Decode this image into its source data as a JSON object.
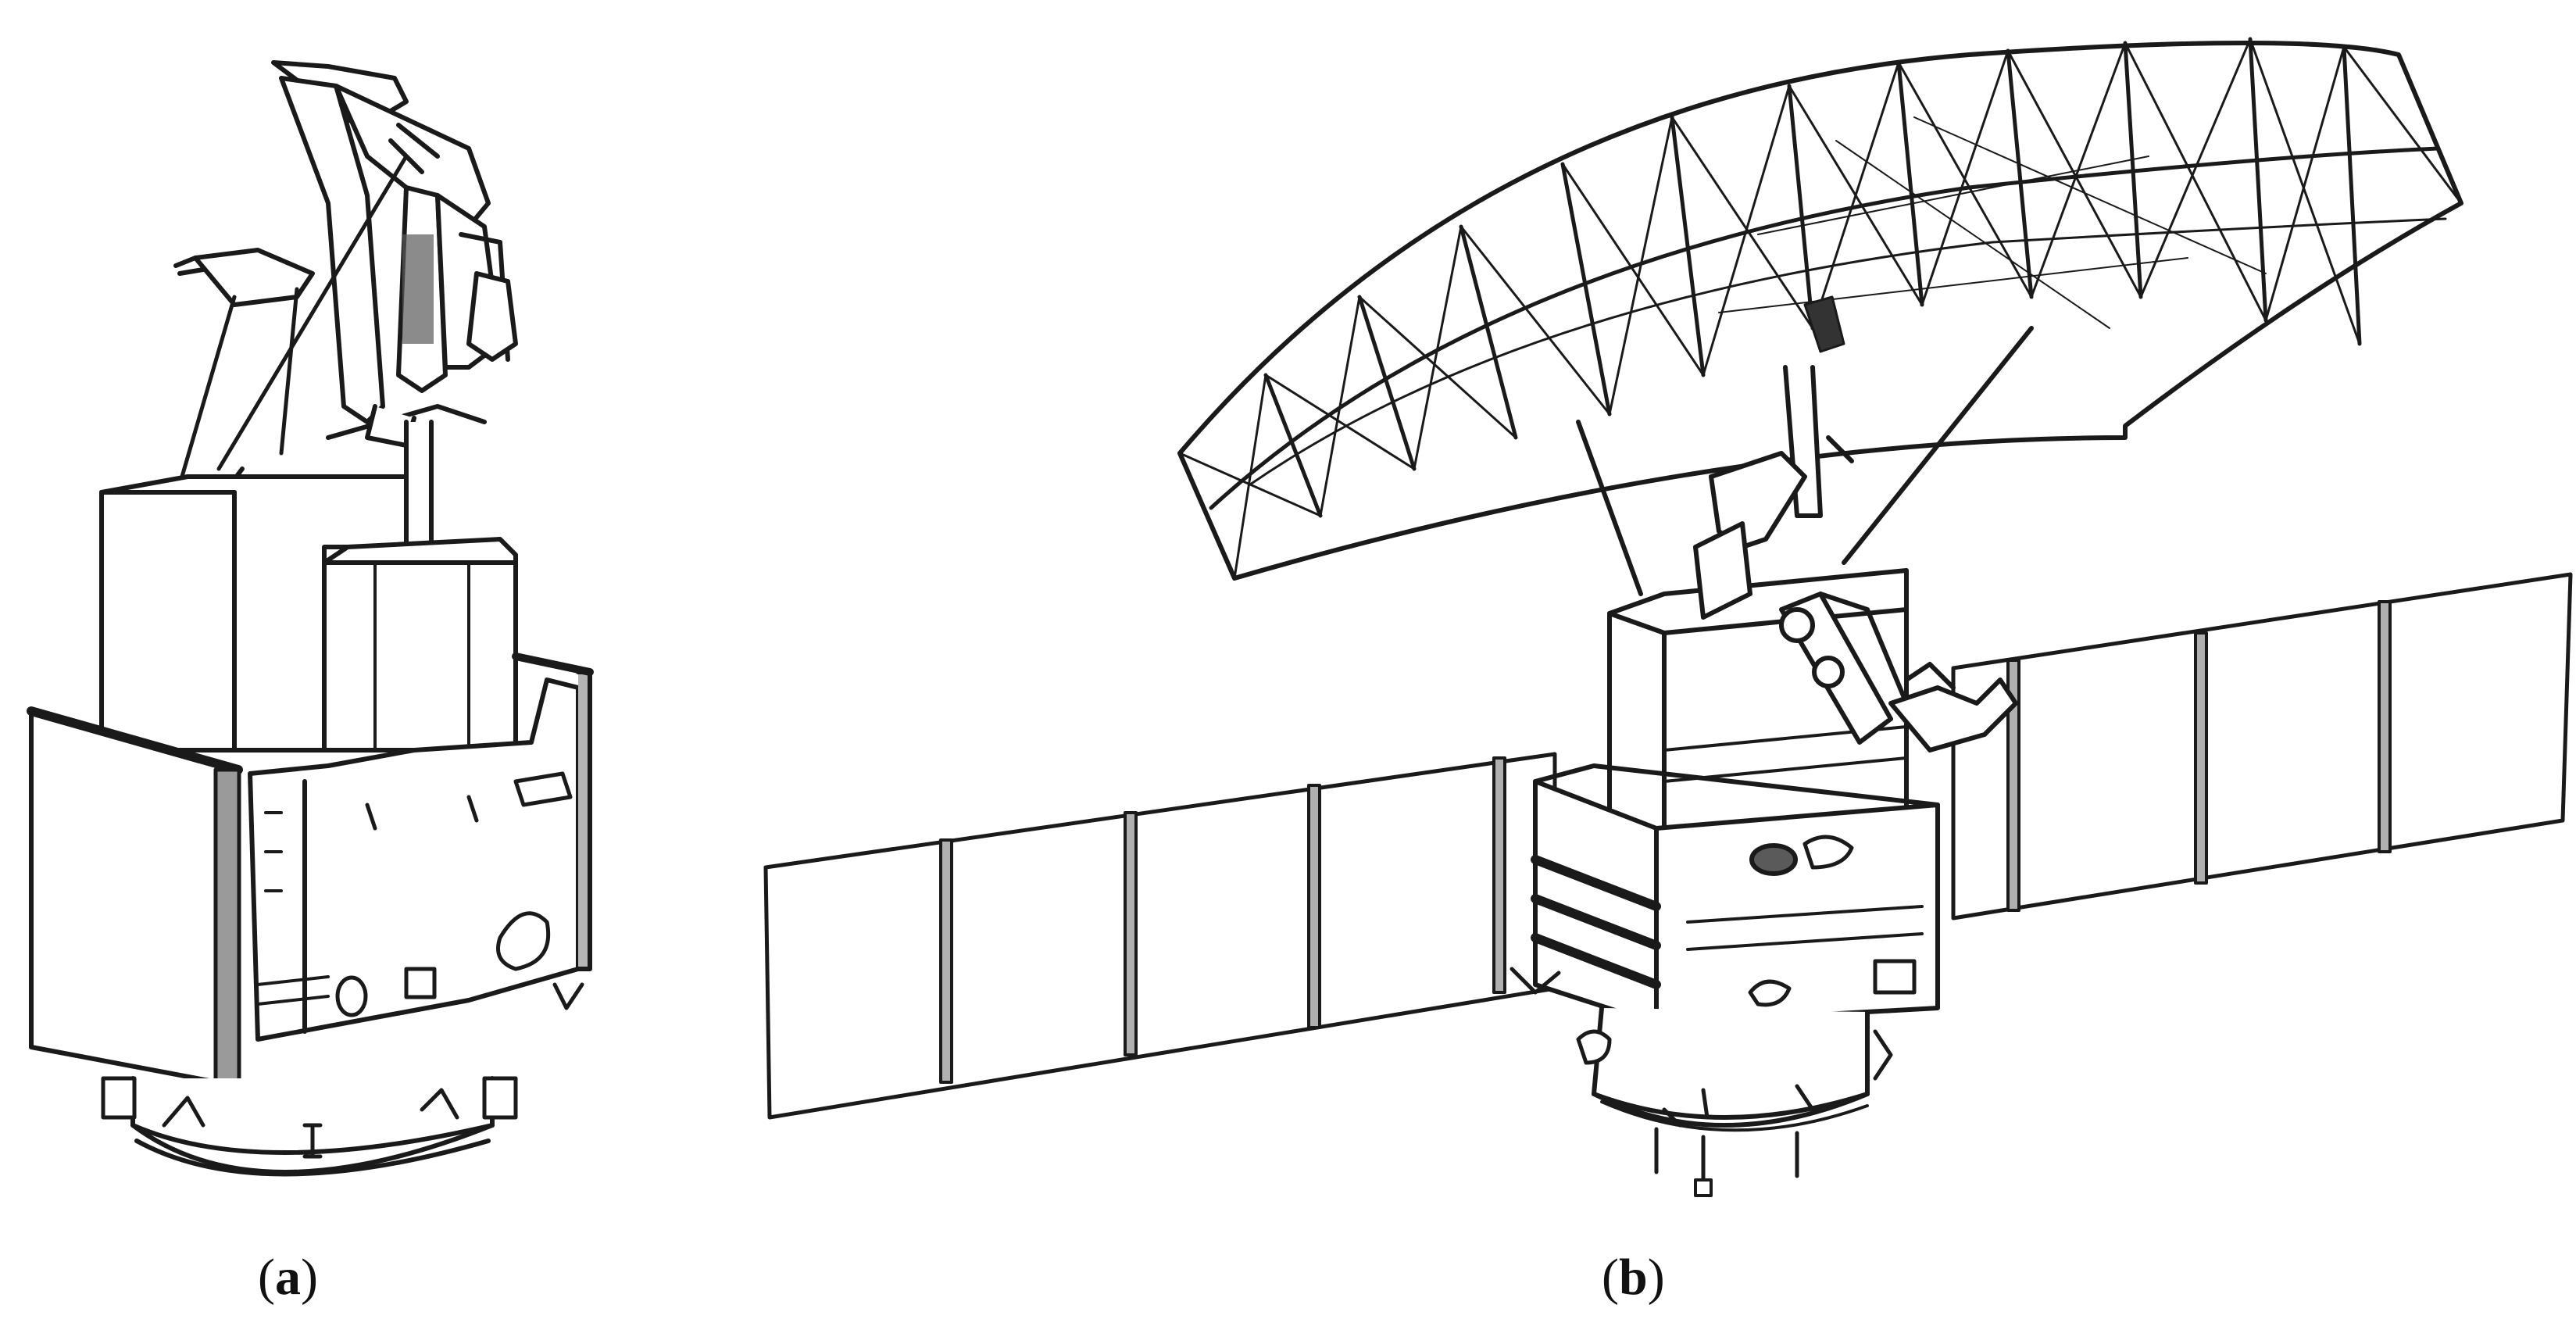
{
  "panels": [
    {
      "id": "a",
      "open": "(",
      "letter": "a",
      "close": ")"
    },
    {
      "id": "b",
      "open": "(",
      "letter": "b",
      "close": ")"
    }
  ],
  "colors": {
    "ink": "#1a1a1a",
    "panel_fill": "#ffffff",
    "shade": "#9a9a9a",
    "light_shade": "#d6d6d6"
  }
}
